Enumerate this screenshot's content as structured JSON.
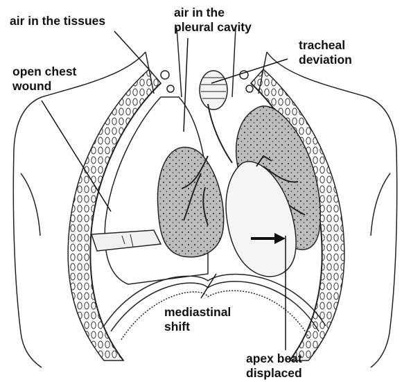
{
  "labels": {
    "air_tissues": {
      "lines": [
        "air in the tissues"
      ]
    },
    "air_pleural": {
      "lines": [
        "air in the",
        "pleural cavity"
      ]
    },
    "tracheal": {
      "lines": [
        "tracheal",
        "deviation"
      ]
    },
    "open_chest": {
      "lines": [
        "open chest",
        "wound"
      ]
    },
    "mediastinal": {
      "lines": [
        "mediastinal",
        "shift"
      ]
    },
    "apex": {
      "lines": [
        "apex beat",
        "displaced"
      ]
    }
  },
  "colors": {
    "ink": "#111111",
    "lung_fill": "#b9b9b9",
    "line": "#1a1a1a"
  }
}
